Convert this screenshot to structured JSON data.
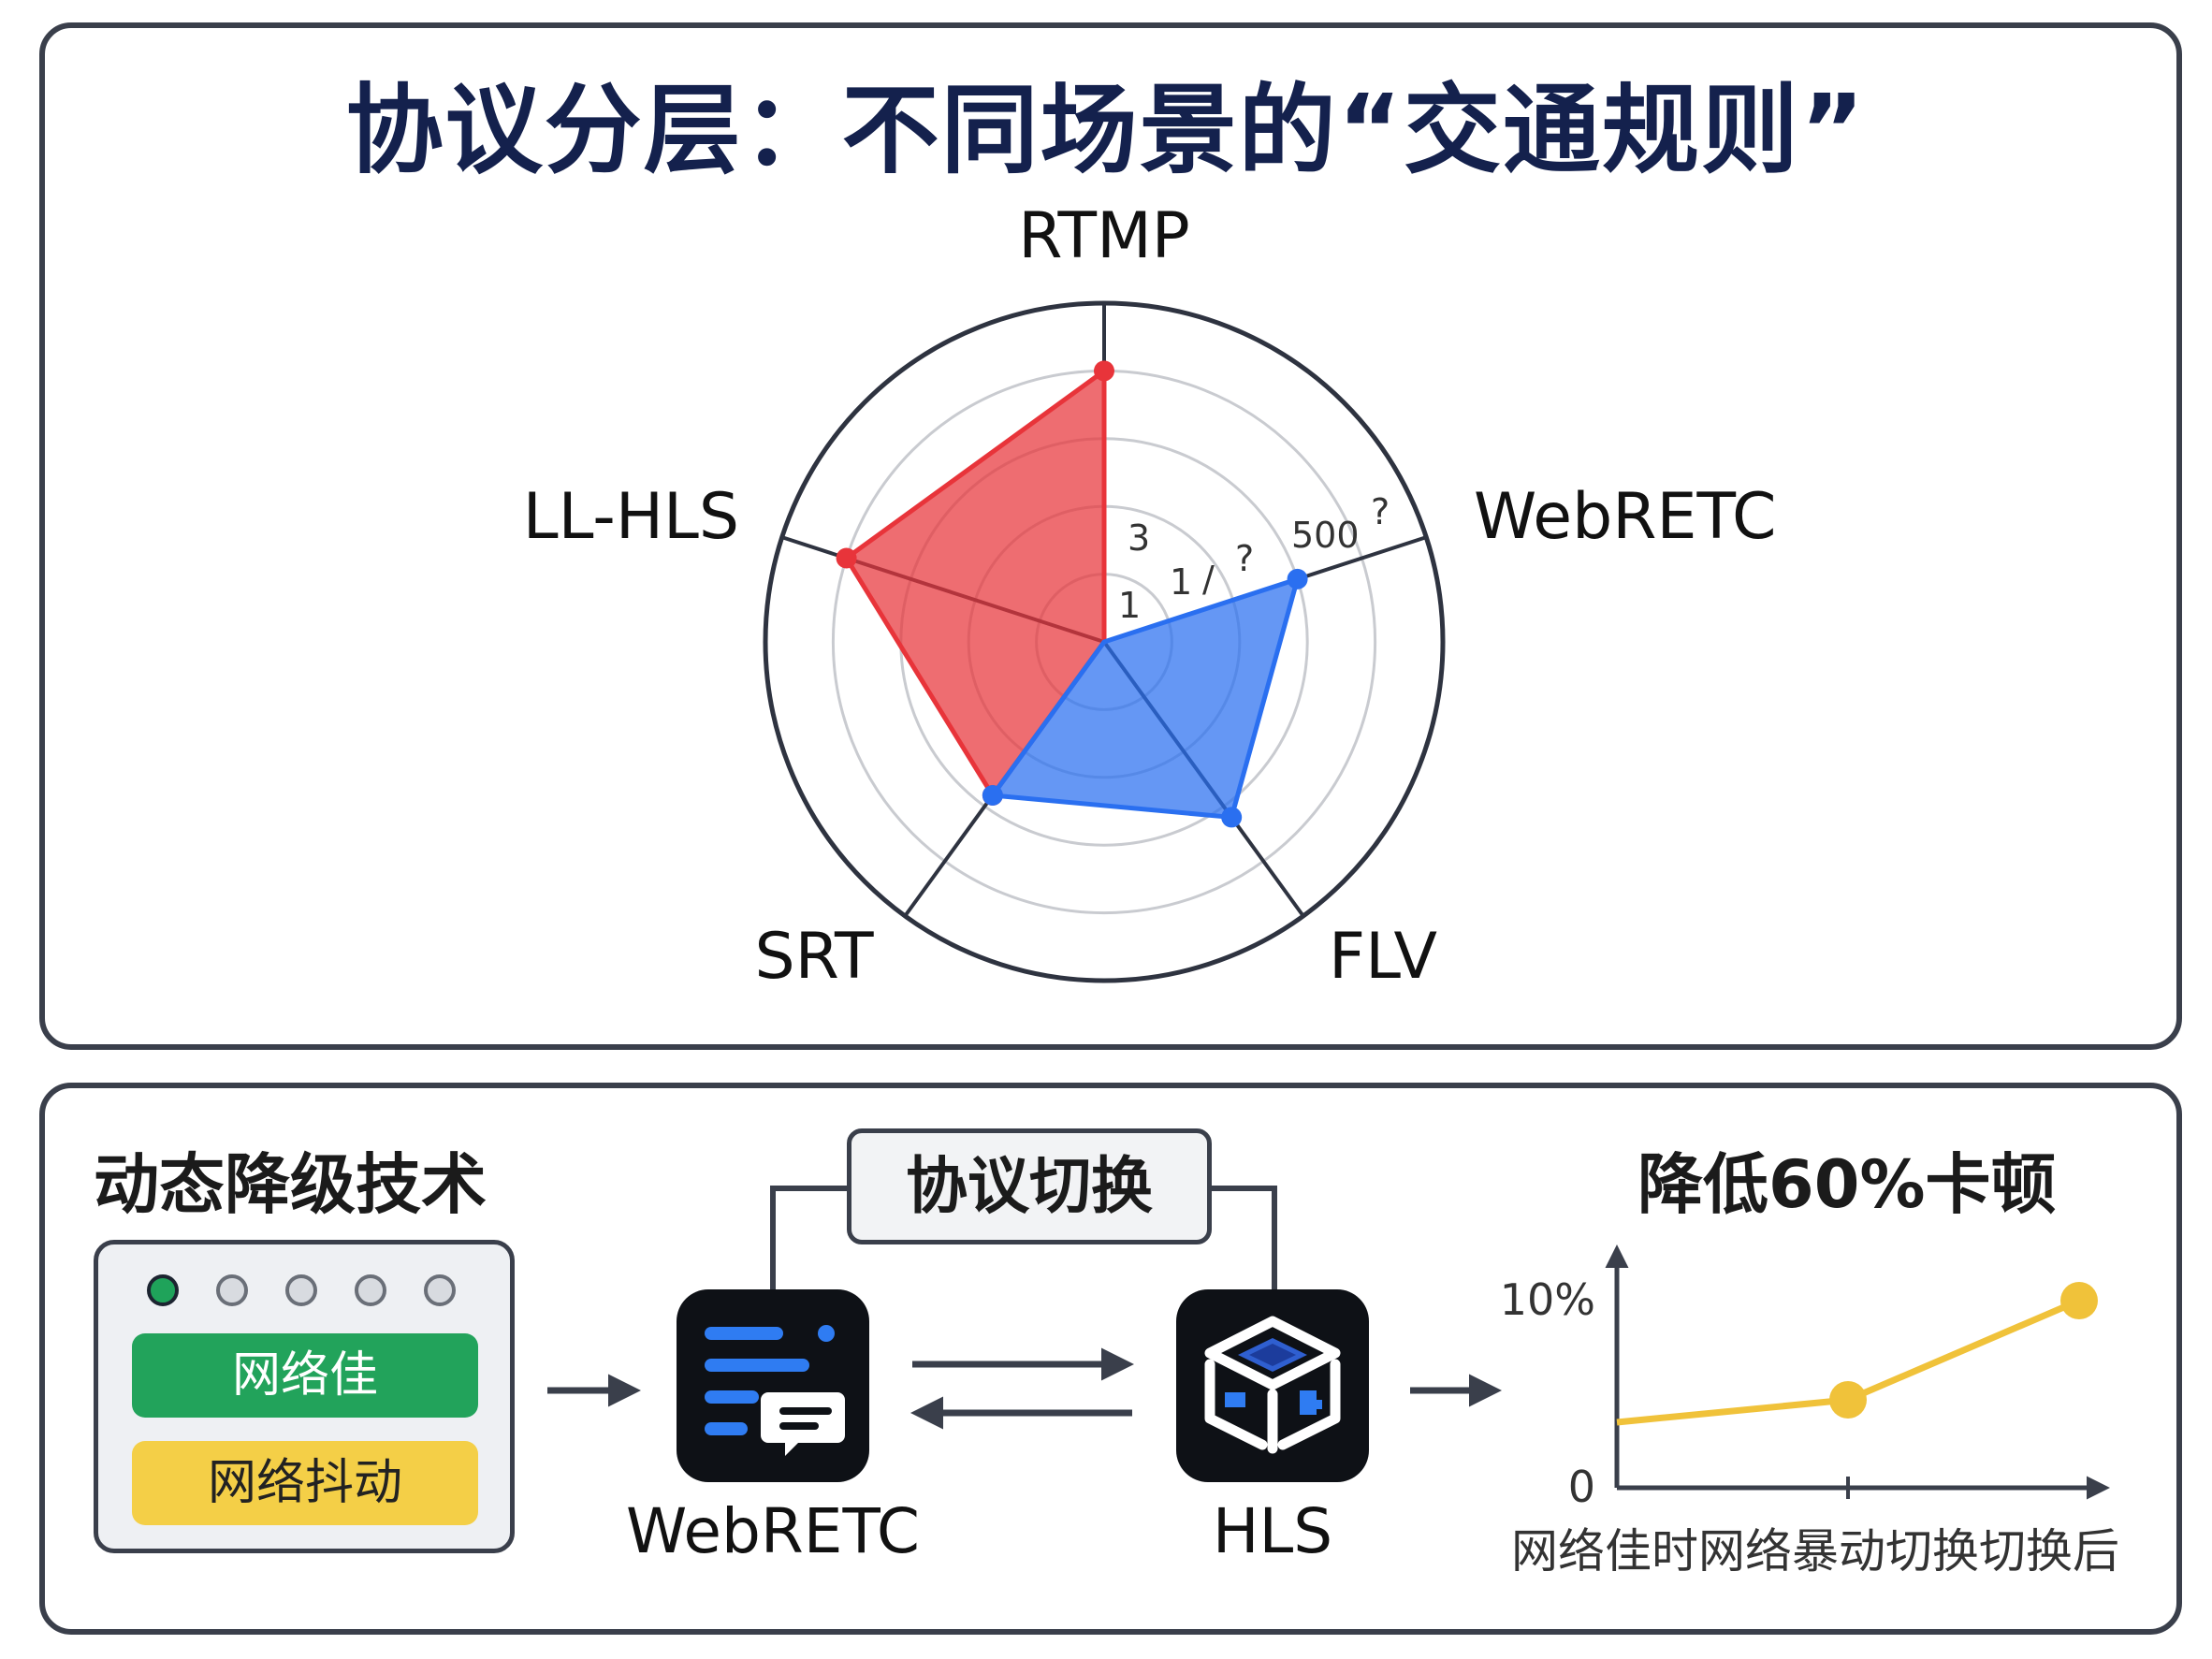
{
  "title": "协议分层：不同场景的“交通规则”",
  "colors": {
    "red_series": "#e8343a",
    "blue_series": "#2a6ff0",
    "yellow_line": "#f0c23a",
    "good": "#22a35b",
    "jitter": "#f4cf47",
    "panel_border": "#3a3f4b",
    "title": "#14214d"
  },
  "chart_data": [
    {
      "type": "radar",
      "axes": [
        "RTMP",
        "WebRETC",
        "FLV",
        "SRT",
        "LL-HLS"
      ],
      "tick_labels": [
        "3",
        "1",
        "1",
        "/",
        "?",
        "500",
        "?"
      ],
      "rings": 5,
      "scale_max": 5,
      "series": [
        {
          "color": "red",
          "values": [
            4,
            0,
            0,
            2.8,
            4
          ]
        },
        {
          "color": "blue",
          "values": [
            0,
            3,
            3.2,
            2.8,
            0
          ]
        }
      ]
    },
    {
      "type": "line",
      "title": "降低60%卡顿",
      "ytick_labels": [
        "0",
        "10%"
      ],
      "x_caption": "网络佳时网络暴动切换切换后",
      "series": [
        {
          "color": "yellow",
          "x": [
            0,
            1,
            2
          ],
          "y": [
            3.5,
            4.7,
            10
          ]
        }
      ],
      "markers_at": [
        1,
        2
      ],
      "ylim": [
        0,
        12
      ]
    }
  ],
  "bottom": {
    "section_title": "动态降级技术",
    "status": {
      "dots": [
        {
          "state": "active"
        },
        {
          "state": "idle"
        },
        {
          "state": "idle"
        },
        {
          "state": "idle"
        },
        {
          "state": "idle"
        }
      ],
      "good_label": "网络佳",
      "jitter_label": "网络抖动"
    },
    "switch_label": "协议切换",
    "protocol_a": "WebRETC",
    "protocol_b": "HLS",
    "icons": {
      "protocol_a": "chat-bubble-icon",
      "protocol_b": "cube-icon"
    }
  }
}
